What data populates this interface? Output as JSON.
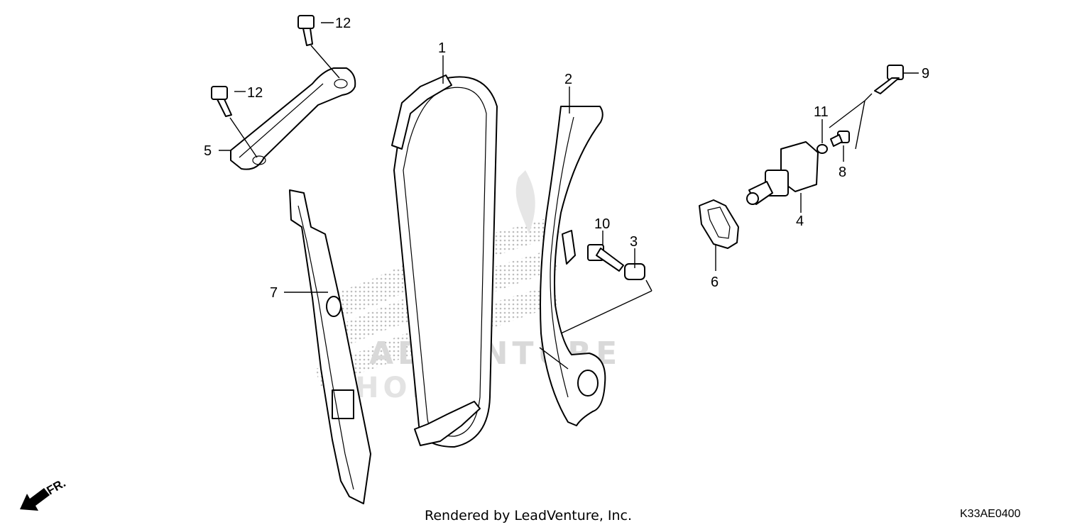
{
  "callouts": {
    "c1": "1",
    "c2": "2",
    "c3": "3",
    "c4": "4",
    "c5": "5",
    "c6": "6",
    "c7": "7",
    "c8": "8",
    "c9": "9",
    "c10": "10",
    "c11": "11",
    "c12a": "12",
    "c12b": "12"
  },
  "watermark": {
    "text": "ADVENTURE",
    "brand": "HONDA"
  },
  "front_indicator": "FR.",
  "footer": "Rendered by LeadVenture, Inc.",
  "diagram_code": "K33AE0400",
  "colors": {
    "watermark": "#d9d9d9",
    "lines": "#000000"
  }
}
